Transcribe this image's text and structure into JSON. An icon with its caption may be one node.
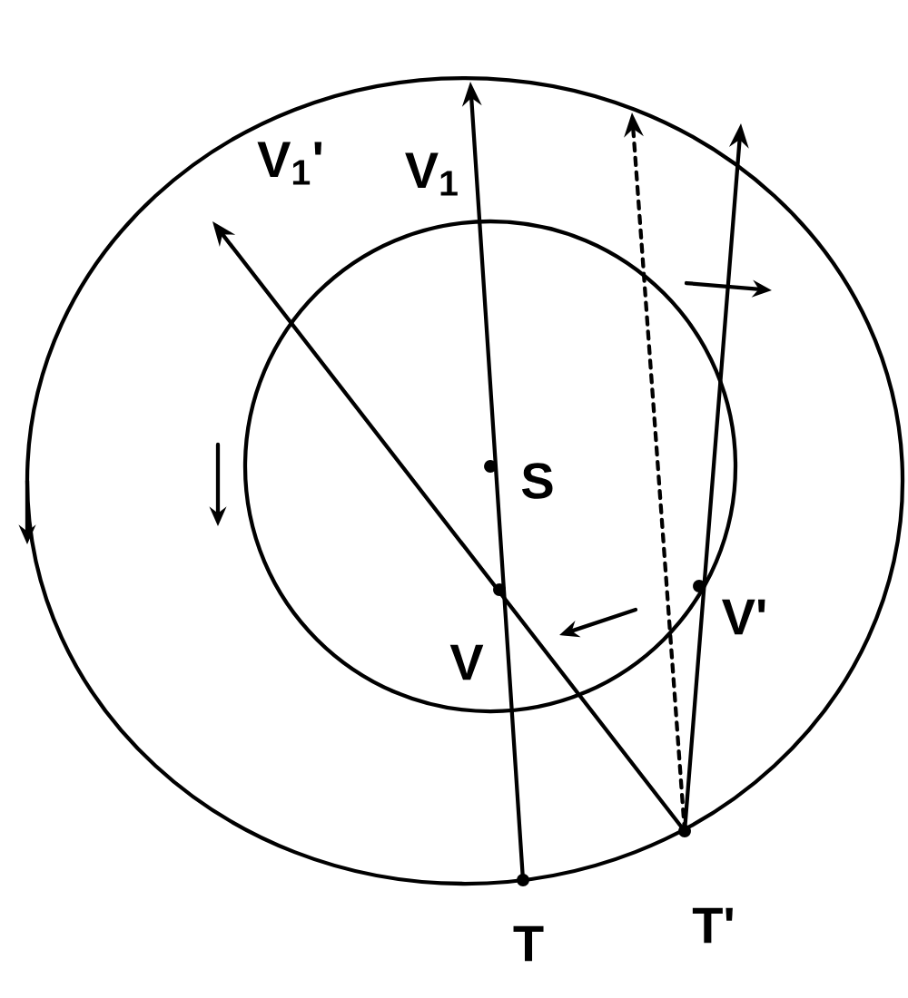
{
  "diagram": {
    "nodes": [
      {
        "text": [
          "V$_{1}$'"
        ]
      },
      {
        "text": [
          "V$_{1}$"
        ]
      },
      {
        "text": [
          "S"
        ]
      },
      {
        "text": [
          "V"
        ]
      },
      {
        "text": [
          "V'"
        ]
      },
      {
        "text": [
          "T"
        ]
      },
      {
        "text": [
          "T'"
        ]
      }
    ],
    "edges": [
      {
        "from": 5,
        "to": null,
        "arrow": "to"
      },
      {
        "from": 6,
        "to": 0,
        "arrow": "to"
      },
      {
        "from": 6,
        "to": null,
        "arrow": "to",
        "style": "dashed"
      },
      {
        "from": 6,
        "to": null,
        "arrow": "to"
      }
    ]
  }
}
